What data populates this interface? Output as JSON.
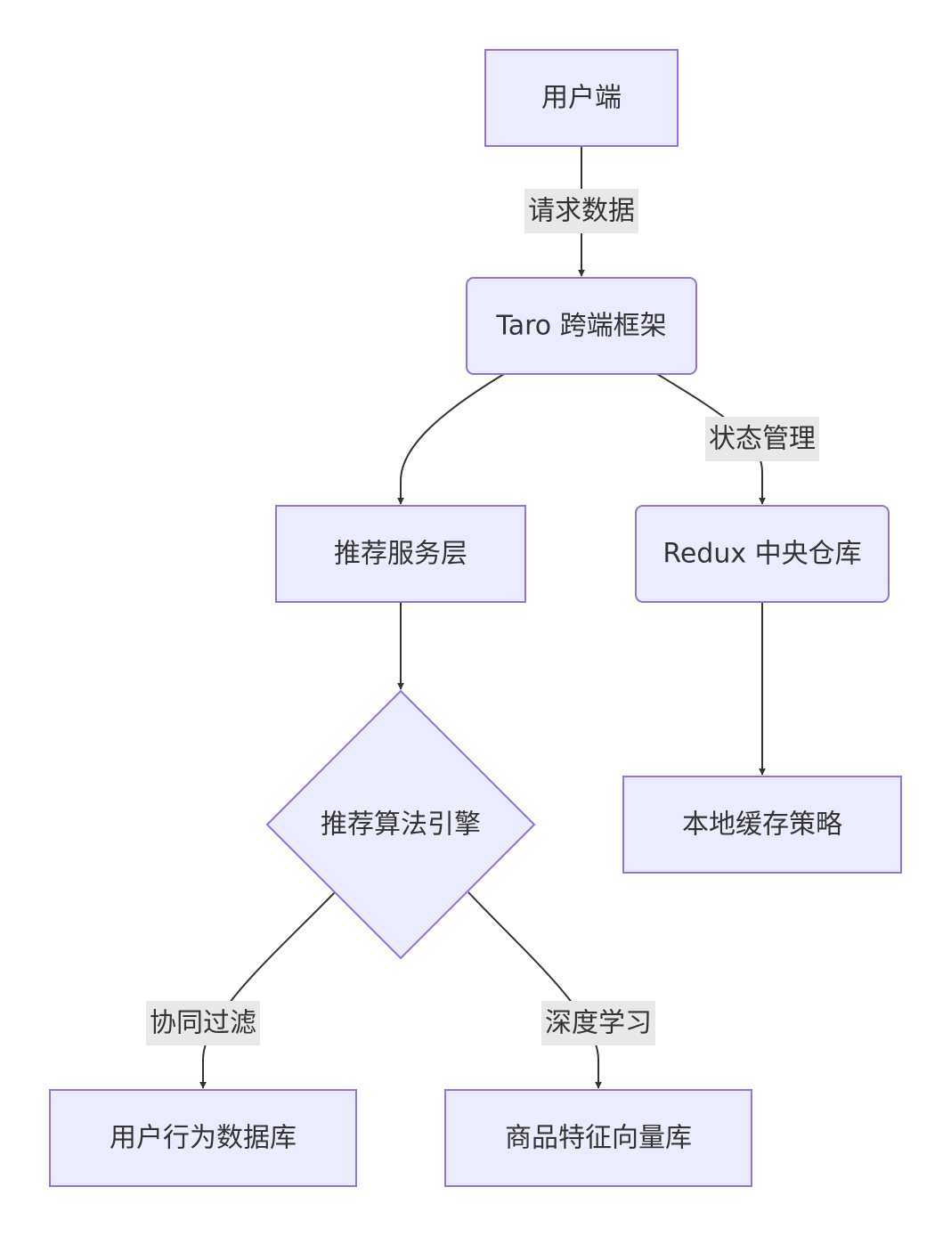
{
  "nodes": {
    "client": {
      "label": "用户端"
    },
    "taro": {
      "label": "Taro 跨端框架"
    },
    "recommend_service": {
      "label": "推荐服务层"
    },
    "redux": {
      "label": "Redux 中央仓库"
    },
    "algorithm_engine": {
      "label": "推荐算法引擎"
    },
    "local_cache": {
      "label": "本地缓存策略"
    },
    "user_behavior_db": {
      "label": "用户行为数据库"
    },
    "product_vector_db": {
      "label": "商品特征向量库"
    }
  },
  "edges": {
    "request_data": {
      "label": "请求数据"
    },
    "state_management": {
      "label": "状态管理"
    },
    "collaborative_filtering": {
      "label": "协同过滤"
    },
    "deep_learning": {
      "label": "深度学习"
    }
  },
  "colors": {
    "node_fill": "#ECECFF",
    "node_stroke": "#9370DB",
    "edge": "#333333",
    "edge_label_bg": "#E8E8E8",
    "text": "#333333"
  }
}
